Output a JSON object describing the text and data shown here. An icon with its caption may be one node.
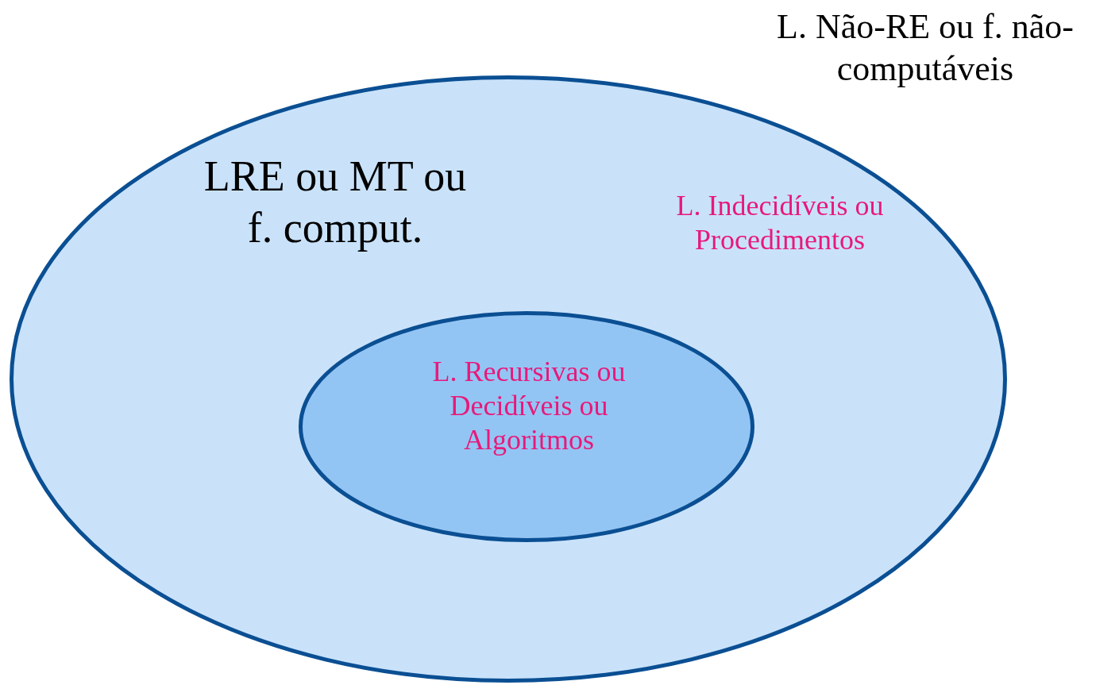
{
  "diagram": {
    "nodes": [
      {
        "text": [
          "LRE ou MT ou f. comput.",
          "L. Indecidíveis ou Procedimentos"
        ]
      },
      {
        "text": [
          "L. Recursivas ou Decidíveis ou Algoritmos"
        ],
        "in": 0
      }
    ],
    "labels": [
      "L. Não-RE ou f. não-computáveis"
    ]
  }
}
